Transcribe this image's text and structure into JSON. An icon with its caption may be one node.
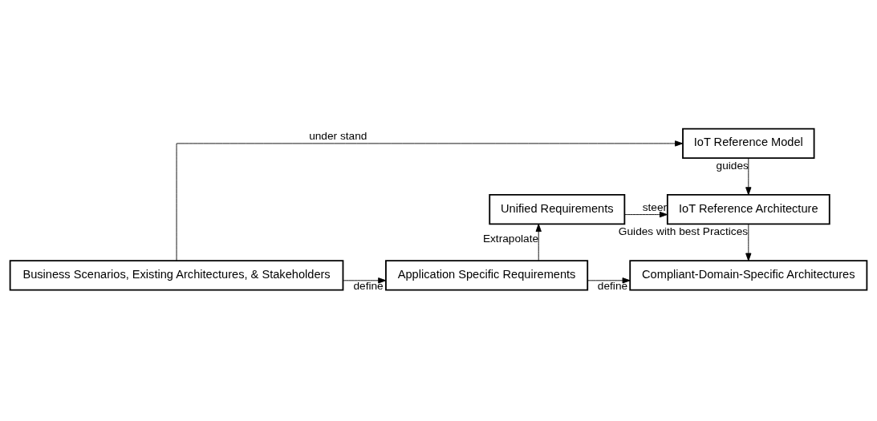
{
  "diagram": {
    "nodes": [
      {
        "text": [
          "IoT Reference Model"
        ]
      },
      {
        "text": [
          "Unified Requirements"
        ]
      },
      {
        "text": [
          "IoT Reference Architecture"
        ]
      },
      {
        "text": [
          "Business Scenarios, Existing Architectures, & Stakeholders"
        ]
      },
      {
        "text": [
          "Application Specific Requirements"
        ]
      },
      {
        "text": [
          "Compliant-Domain-Specific Architectures"
        ]
      }
    ],
    "edges": [
      {
        "from": 3,
        "to": 0,
        "arrow": "to",
        "label": "under stand"
      },
      {
        "from": 0,
        "to": 2,
        "arrow": "to",
        "label": "guides"
      },
      {
        "from": 1,
        "to": 2,
        "arrow": "to",
        "label": "steer"
      },
      {
        "from": 4,
        "to": 1,
        "arrow": "to",
        "label": "Extrapolate"
      },
      {
        "from": 2,
        "to": 5,
        "arrow": "to",
        "label": "Guides with best Practices"
      },
      {
        "from": 3,
        "to": 4,
        "arrow": "to",
        "label": "define"
      },
      {
        "from": 4,
        "to": 5,
        "arrow": "to",
        "label": "define"
      }
    ]
  }
}
